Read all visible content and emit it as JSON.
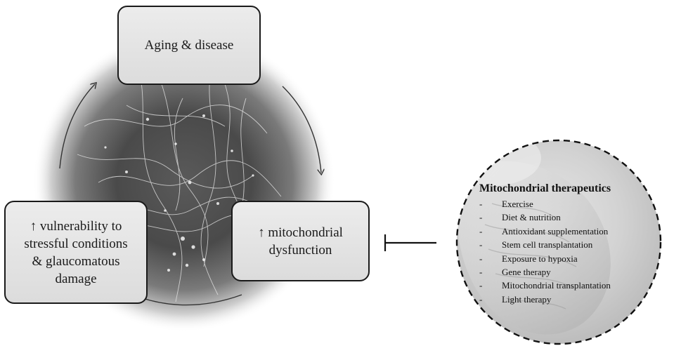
{
  "cycle": {
    "top_box": {
      "text": "Aging & disease"
    },
    "right_box": {
      "lines": [
        "↑ mitochondrial",
        "dysfunction"
      ]
    },
    "left_box": {
      "lines": [
        "↑ vulnerability  to",
        "stressful conditions",
        "& glaucomatous",
        "damage"
      ]
    }
  },
  "therapeutics": {
    "title": "Mitochondrial therapeutics",
    "bullet": "-",
    "items": [
      "Exercise",
      "Diet & nutrition",
      "Antioxidant supplementation",
      "Stem cell transplantation",
      "Exposure to hypoxia",
      "Gene therapy",
      "Mitochondrial transplantation",
      "Light therapy"
    ]
  },
  "colors": {
    "box_border": "#1a1a1a",
    "box_fill": "#e4e4e4",
    "arrow": "#333333",
    "inhibitor": "#111111"
  },
  "icons": {
    "background_left": "neuron-network-image",
    "background_right": "mitochondrion-image"
  }
}
